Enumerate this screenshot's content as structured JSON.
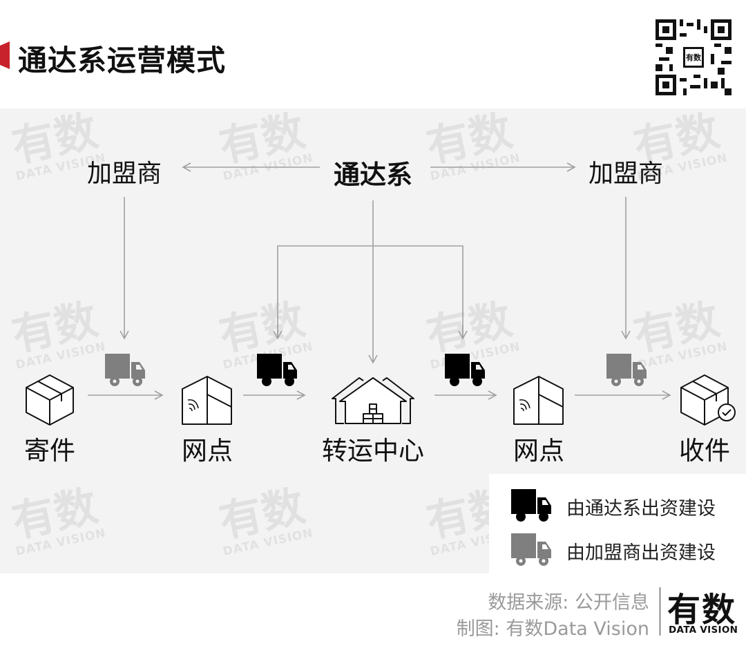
{
  "title": "通达系运营模式",
  "top_nodes": {
    "left": "加盟商",
    "center": "通达系",
    "right": "加盟商"
  },
  "flow_nodes": [
    {
      "label": "寄件",
      "icon": "package-icon"
    },
    {
      "label": "网点",
      "icon": "outlet-building-icon"
    },
    {
      "label": "转运中心",
      "icon": "transfer-center-icon"
    },
    {
      "label": "网点",
      "icon": "outlet-building-icon"
    },
    {
      "label": "收件",
      "icon": "package-received-icon"
    }
  ],
  "trucks": [
    "franchisee",
    "tongda",
    "tongda",
    "franchisee"
  ],
  "legend": {
    "tongda": {
      "label": "由通达系出资建设",
      "color": "#000000"
    },
    "franchisee": {
      "label": "由加盟商出资建设",
      "color": "#7f7f7f"
    }
  },
  "footer": {
    "source": "数据来源: 公开信息",
    "credit": "制图: 有数Data Vision"
  },
  "logo": {
    "main": "有数",
    "sub": "DATA VISION"
  },
  "watermark": {
    "main": "有数",
    "sub": "DATA VISION"
  },
  "colors": {
    "accent": "#c8232c",
    "arrow": "#a0a0a0",
    "band": "#f3f3f3"
  }
}
